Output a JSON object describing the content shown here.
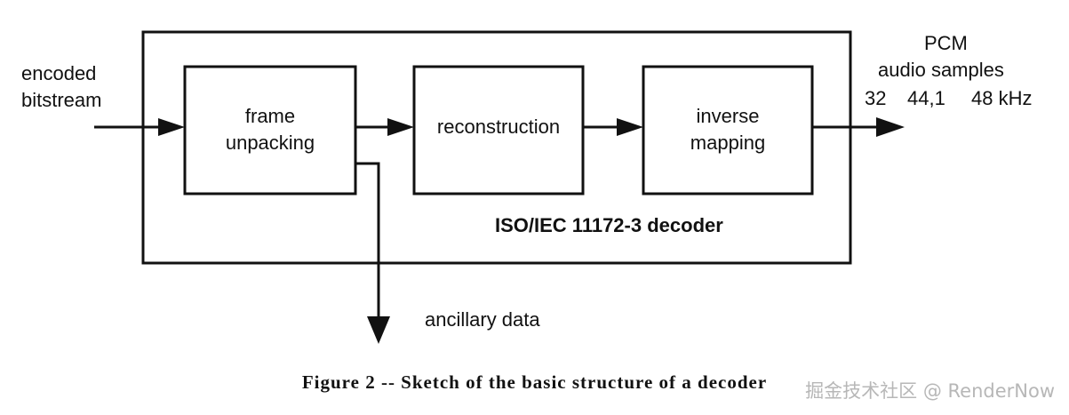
{
  "input": {
    "line1": "encoded",
    "line2": "bitstream"
  },
  "decoder": {
    "label": "ISO/IEC 11172-3  decoder"
  },
  "blocks": [
    {
      "line1": "frame",
      "line2": "unpacking"
    },
    {
      "line1": "reconstruction"
    },
    {
      "line1": "inverse",
      "line2": "mapping"
    }
  ],
  "output": {
    "line1": "PCM",
    "line2": "audio samples",
    "rates": [
      "32",
      "44,1",
      "48 kHz"
    ]
  },
  "ancillary": {
    "label": "ancillary data"
  },
  "caption": "Figure 2 -- Sketch of the basic structure of a decoder",
  "watermark": "掘金技术社区 @ RenderNow"
}
